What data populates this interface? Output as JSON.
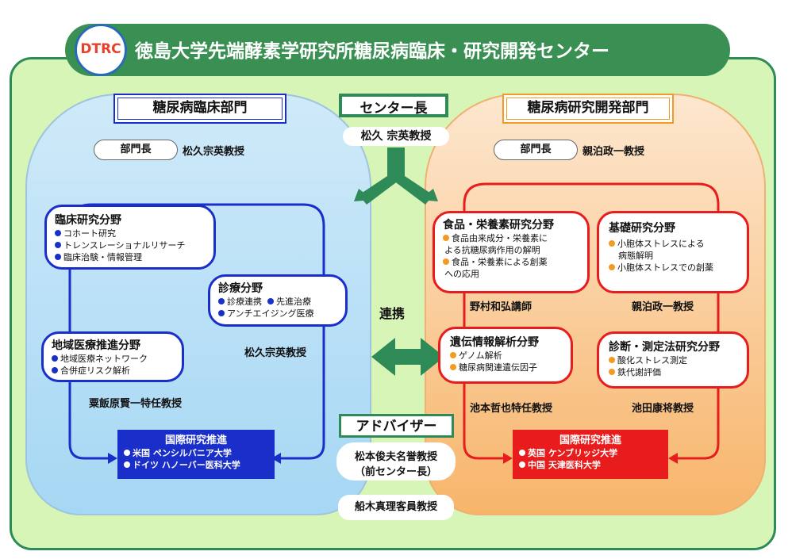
{
  "header": {
    "logo_text": "DTRC",
    "title": "徳島大学先端酵素学研究所糖尿病臨床・研究開発センター"
  },
  "center": {
    "director_title": "センター長",
    "director_name": "松久 宗英教授",
    "collab_label": "連携",
    "advisor_title": "アドバイザー",
    "advisor1": "松本俊夫名誉教授",
    "advisor1_note": "（前センター長）",
    "advisor2": "船木真理客員教授"
  },
  "left": {
    "title": "糖尿病臨床部門",
    "head_label": "部門長",
    "head_name": "松久宗英教授",
    "clinical": {
      "heading": "臨床研究分野",
      "items": [
        "コホート研究",
        "トレンスレーショナルリサーチ",
        "臨床治験・情報管理"
      ]
    },
    "medical": {
      "heading": "診療分野",
      "items": [
        "診療連携",
        "先進治療",
        "アンチエイジング医療"
      ],
      "person": "松久宗英教授"
    },
    "regional": {
      "heading": "地域医療推進分野",
      "items": [
        "地域医療ネットワーク",
        "合併症リスク解析"
      ],
      "person": "粟飯原賢一特任教授"
    },
    "intl": {
      "heading": "国際研究推進",
      "items": [
        "米国  ペンシルバニア大学",
        "ドイツ  ハノーバー医科大学"
      ]
    }
  },
  "right": {
    "title": "糖尿病研究開発部門",
    "head_label": "部門長",
    "head_name": "親泊政一教授",
    "food": {
      "heading": "食品・栄養素研究分野",
      "items": [
        "食品由来成分・栄養素に",
        "よる抗糖尿病作用の解明",
        "食品・栄養素による創薬",
        "への応用"
      ],
      "person": "野村和弘講師"
    },
    "basic": {
      "heading": "基礎研究分野",
      "items": [
        "小胞体ストレスによる",
        "病態解明",
        "小胞体ストレスでの創薬"
      ],
      "person": "親泊政一教授"
    },
    "genetic": {
      "heading": "遺伝情報解析分野",
      "items": [
        "ゲノム解析",
        "糖尿病関連遺伝因子"
      ],
      "person": "池本哲也特任教授"
    },
    "diag": {
      "heading": "診断・測定法研究分野",
      "items": [
        "酸化ストレス測定",
        "鉄代謝評価"
      ],
      "person": "池田康将教授"
    },
    "intl": {
      "heading": "国際研究推進",
      "items": [
        "英国  ケンブリッジ大学",
        "中国  天津医科大学"
      ]
    }
  },
  "colors": {
    "green": "#2e8b57",
    "outer_bg": "#d8f5b8",
    "blue": "#1a2ec9",
    "red": "#e81c1c",
    "orange": "#f29b22"
  }
}
